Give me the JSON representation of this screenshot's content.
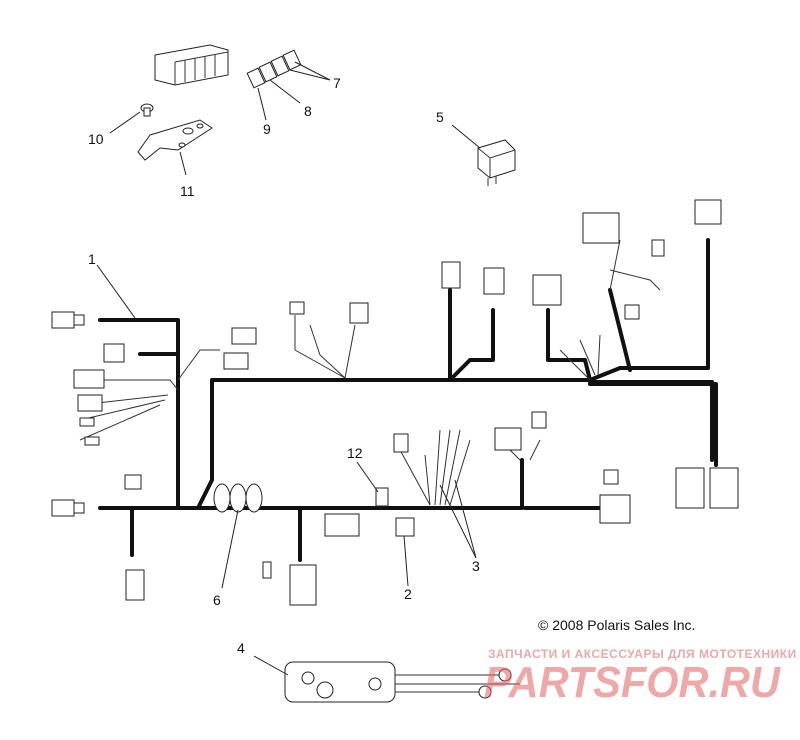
{
  "callouts": [
    {
      "id": "c1",
      "label": "1"
    },
    {
      "id": "c2",
      "label": "2"
    },
    {
      "id": "c3",
      "label": "3"
    },
    {
      "id": "c4",
      "label": "4"
    },
    {
      "id": "c5",
      "label": "5"
    },
    {
      "id": "c6",
      "label": "6"
    },
    {
      "id": "c7",
      "label": "7"
    },
    {
      "id": "c8",
      "label": "8"
    },
    {
      "id": "c9",
      "label": "9"
    },
    {
      "id": "c10",
      "label": "10"
    },
    {
      "id": "c11",
      "label": "11"
    },
    {
      "id": "c12",
      "label": "12"
    }
  ],
  "copyright": "© 2008 Polaris Sales Inc.",
  "watermark": {
    "subtitle": "ЗАПЧАСТИ И АКСЕССУАРЫ ДЛЯ МОТОТЕХНИКИ",
    "logo": "PARTSFOR.RU",
    "logo_color": "#e06060"
  },
  "colors": {
    "line": "#111111",
    "watermark": "#e9a9a9"
  }
}
